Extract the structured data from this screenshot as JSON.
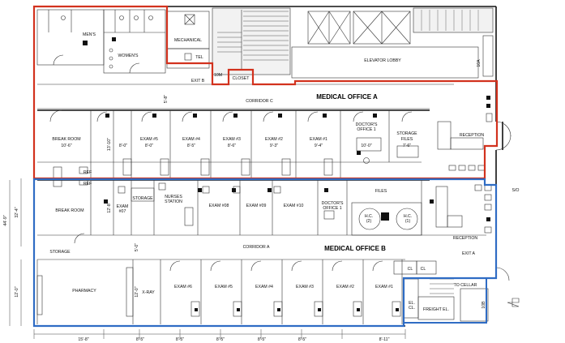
{
  "office_a": {
    "title": "MEDICAL OFFICE A",
    "color": "#d2321e"
  },
  "office_b": {
    "title": "MEDICAL OFFICE B",
    "color": "#2f6cc4"
  },
  "rooms_top": {
    "mens": "MEN'S",
    "womens": "WOMEN'S",
    "mechanical": "MECHANICAL",
    "tel": "TEL",
    "closet": "CLOSET",
    "exit_b": "EXIT B",
    "elevator_lobby": "ELEVATOR LOBBY",
    "corridor_c": "CORRIDOR C"
  },
  "rooms_a": {
    "break_room": "BREAK ROOM",
    "break_dim": "10'-6\"",
    "room2_dim": "8'-0\"",
    "v_dim": "13'-10\"",
    "exam5": "EXAM #5",
    "exam5_dim": "8'-0\"",
    "exam4": "EXAM #4",
    "exam4_dim": "8'-5\"",
    "exam3": "EXAM #3",
    "exam3_dim": "8'-6\"",
    "exam2": "EXAM #2",
    "exam2_dim": "9'-3\"",
    "exam1": "EXAM #1",
    "exam1_dim": "9'-4\"",
    "doctors": "DOCTOR'S",
    "office": "OFFICE 1",
    "doctors_dim": "10'-0\"",
    "storage": "STORAGE",
    "files": "FILES",
    "storage_dim": "7'-6\"",
    "reception": "RECEPTION"
  },
  "rooms_b": {
    "ref1": "REF",
    "ref2": "REF",
    "break_room": "BREAK ROOM",
    "v_dim": "12'-8\"",
    "exam7a": "EXAM",
    "exam7b": "#07",
    "storage_vert": "STORAGE",
    "nurses": "NURSES",
    "station": "STATION",
    "exam08": "EXAM #08",
    "exam09": "EXAM #09",
    "exam10": "EXAM #10",
    "doctors": "DOCTOR'S",
    "office": "OFFICE 1",
    "files": "FILES",
    "hc1a": "H.C.",
    "hc1b": "(2)",
    "hc2a": "H.C.",
    "hc2b": "(1)",
    "reception": "RECEPTION",
    "corridor_a": "CORRIDOR A",
    "storage": "STORAGE",
    "v_dim2": "5'-0\"",
    "pharmacy": "PHARMACY",
    "v_dim3": "12'-0\"",
    "xray": "X-RAY",
    "exam6": "EXAM #6",
    "exam5": "EXAM #5",
    "exam4": "EXAM #4",
    "exam3": "EXAM #3",
    "exam2": "EXAM #2",
    "exam1": "EXAM #1",
    "cl1": "CL",
    "cl2": "CL",
    "exit_a": "EXIT A",
    "el": "EL.",
    "cl3": "CL.",
    "freight": "FREIGHT EL.",
    "to_cellar": "TO CELLAR"
  },
  "dims_bottom": [
    "15'-8\"",
    "8'-5\"",
    "8'-5\"",
    "8'-5\"",
    "8'-5\"",
    "8'-5\"",
    "8'-11\""
  ],
  "dims_side": {
    "a": "32'-4\"",
    "b": "44'-9\"",
    "c": "12'-0\""
  },
  "misc": {
    "corr_dim": "5'-8\"",
    "s_o": "S/O",
    "elev_a": "10A",
    "elev_b": "10B",
    "top_a": "10M"
  }
}
